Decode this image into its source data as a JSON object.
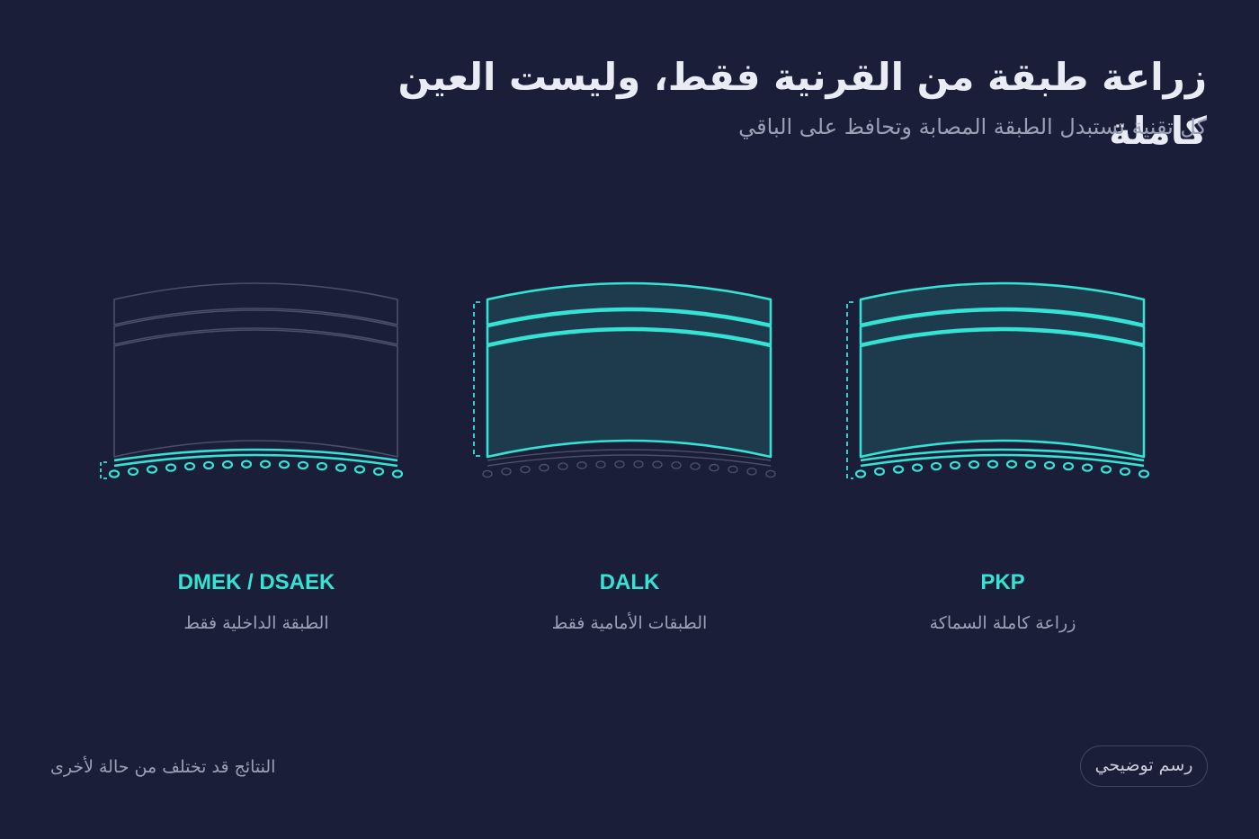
{
  "header": {
    "title": "زراعة طبقة من القرنية فقط، وليست العين كاملة",
    "subtitle": "كل تقنية تستبدل الطبقة المصابة وتحافظ على الباقي"
  },
  "colors": {
    "background": "#1b1e38",
    "accent": "#34e3d3",
    "accent_fill": "#1e3a4d",
    "inactive_stroke": "#4a4f6a",
    "muted_text": "#9aa1b6"
  },
  "panels": [
    {
      "id": "dmek",
      "label": "DMEK / DSAEK",
      "caption": "الطبقة الداخلية فقط",
      "highlighted_layers": [
        "inner"
      ]
    },
    {
      "id": "dalk",
      "label": "DALK",
      "caption": "الطبقات الأمامية فقط",
      "highlighted_layers": [
        "front",
        "bowman",
        "stroma"
      ]
    },
    {
      "id": "pkp",
      "label": "PKP",
      "caption": "زراعة كاملة السماكة",
      "highlighted_layers": [
        "front",
        "bowman",
        "stroma",
        "inner"
      ]
    }
  ],
  "footer": {
    "note": "النتائج قد تختلف من حالة لأخرى",
    "badge": "رسم توضيحي"
  }
}
